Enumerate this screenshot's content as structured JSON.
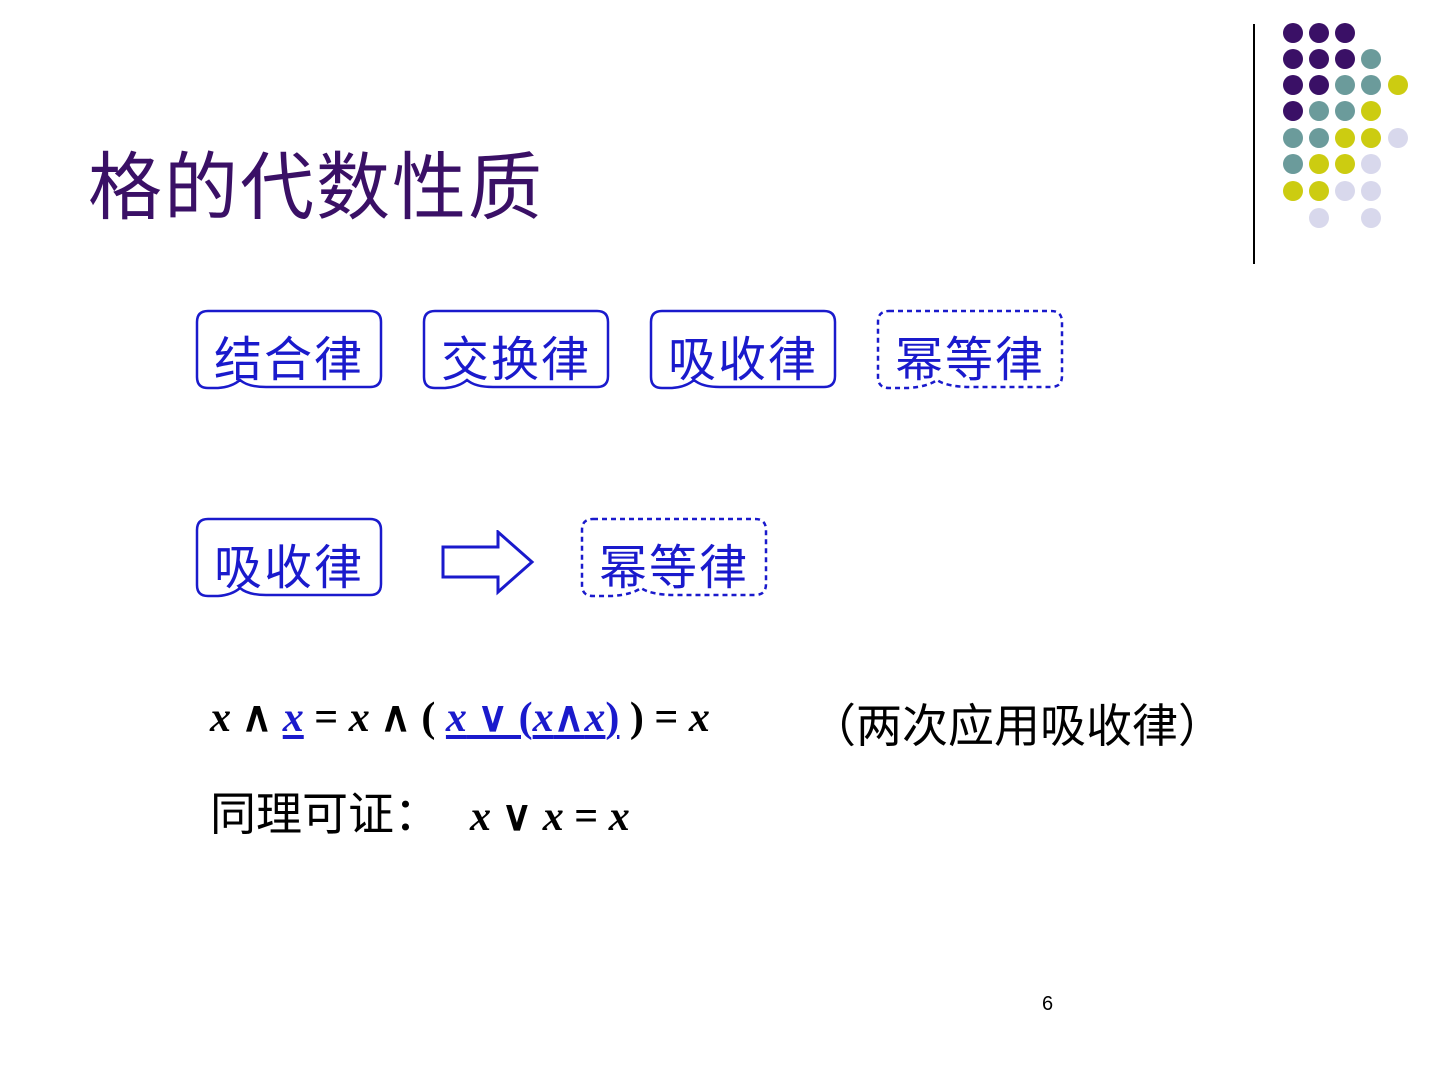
{
  "title": "格的代数性质",
  "row1": [
    {
      "label": "结合律",
      "style": "solid"
    },
    {
      "label": "交换律",
      "style": "solid"
    },
    {
      "label": "吸收律",
      "style": "solid"
    },
    {
      "label": "幂等律",
      "style": "dashed"
    }
  ],
  "row2": {
    "from": "吸收律",
    "to": "幂等律"
  },
  "formula": {
    "x1": "x",
    "meet1": " ∧ ",
    "x2": "x",
    "eq1": " = ",
    "x3": "x",
    "meet2": " ∧ ( ",
    "inner_x": "x",
    "inner_join": " ∨ (",
    "inner_x2": "x",
    "inner_meet": "∧",
    "inner_x3": "x",
    "inner_close": ")",
    "close": " ) = ",
    "x4": "x"
  },
  "note": "（两次应用吸收律）",
  "line2": {
    "prefix": "同理可证：",
    "a": "x",
    "op": " ∨ ",
    "b": "x",
    "eq": " = ",
    "c": "x"
  },
  "page_number": "6",
  "colors": {
    "title": "#3a1066",
    "box_border": "#1a1acc",
    "purple": "#3a1066",
    "teal": "#6b9b9b",
    "lime": "#cccc11",
    "lavender": "#d8d8ec"
  }
}
